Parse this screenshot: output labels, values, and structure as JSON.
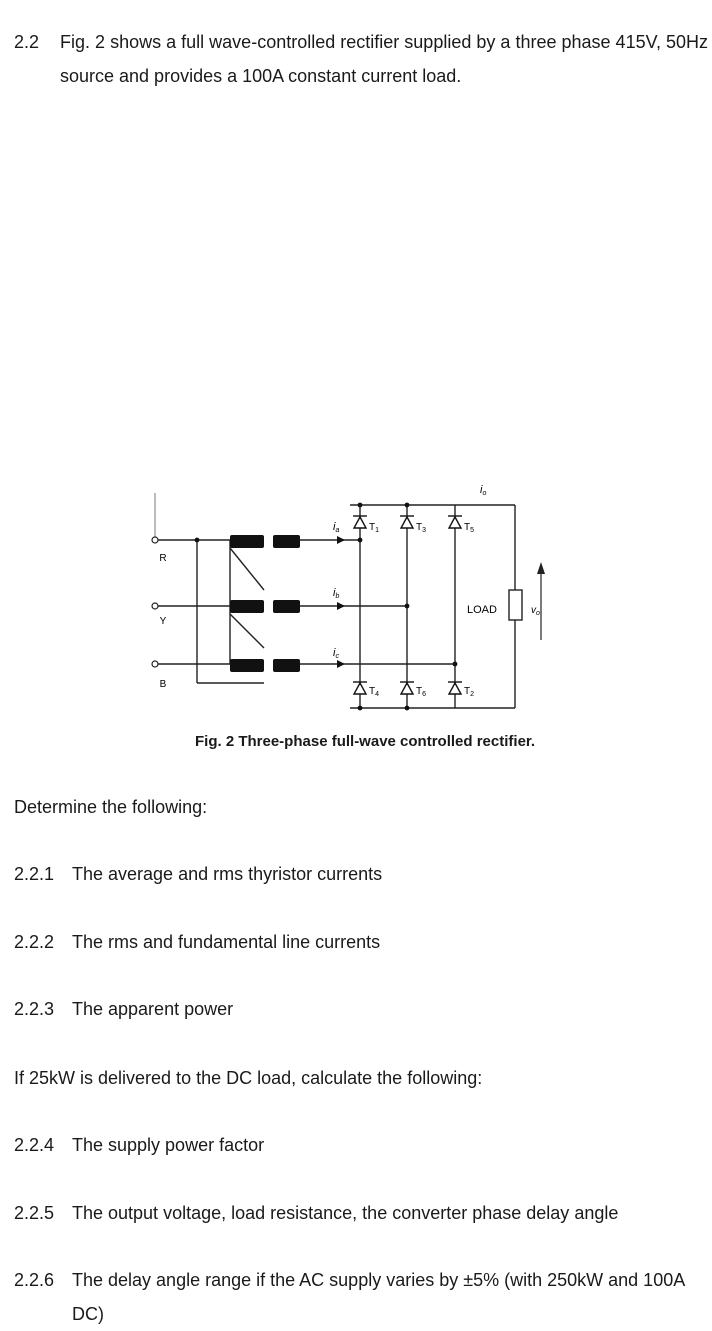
{
  "question": {
    "number": "2.2",
    "text": "Fig. 2 shows a full wave-controlled rectifier supplied by a three phase 415V, 50Hz source and provides a 100A constant current load."
  },
  "figure": {
    "caption": "Fig. 2 Three-phase full-wave controlled rectifier.",
    "labels": {
      "phase_r": "R",
      "phase_y": "Y",
      "phase_b": "B",
      "load": "LOAD",
      "i_a": "i",
      "i_a_sub": "a",
      "i_b": "i",
      "i_b_sub": "b",
      "i_c": "i",
      "i_c_sub": "c",
      "i_o": "i",
      "i_o_sub": "o",
      "v_o": "v",
      "v_o_sub": "o",
      "t1": "T",
      "t1_sub": "1",
      "t3": "T",
      "t3_sub": "3",
      "t5": "T",
      "t5_sub": "5",
      "t4": "T",
      "t4_sub": "4",
      "t6": "T",
      "t6_sub": "6",
      "t2": "T",
      "t2_sub": "2"
    }
  },
  "determine": "Determine the following:",
  "subs_a": [
    {
      "num": "2.2.1",
      "text": "The average and rms thyristor currents"
    },
    {
      "num": "2.2.2",
      "text": "The rms and fundamental line currents"
    },
    {
      "num": "2.2.3",
      "text": "The apparent power"
    }
  ],
  "condition": "If 25kW is delivered to the DC load, calculate the following:",
  "subs_b": [
    {
      "num": "2.2.4",
      "text": "The supply power factor"
    },
    {
      "num": "2.2.5",
      "text": "The output voltage, load resistance, the converter phase delay angle"
    },
    {
      "num": "2.2.6",
      "text": "The delay angle range if the AC supply varies by ±5% (with 250kW and 100A DC)"
    }
  ]
}
